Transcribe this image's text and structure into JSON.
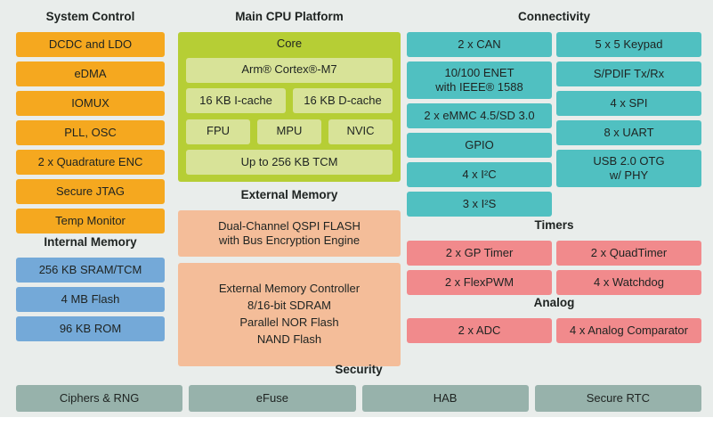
{
  "system_control": {
    "title": "System Control",
    "items": [
      "DCDC and LDO",
      "eDMA",
      "IOMUX",
      "PLL, OSC",
      "2 x Quadrature ENC",
      "Secure JTAG",
      "Temp Monitor"
    ]
  },
  "internal_memory": {
    "title": "Internal Memory",
    "items": [
      "256 KB SRAM/TCM",
      "4 MB Flash",
      "96 KB ROM"
    ]
  },
  "main_cpu": {
    "title": "Main CPU Platform",
    "core_label": "Core",
    "cpu": "Arm® Cortex®-M7",
    "icache": "16 KB I-cache",
    "dcache": "16 KB D-cache",
    "fpu": "FPU",
    "mpu": "MPU",
    "nvic": "NVIC",
    "tcm": "Up to 256 KB TCM"
  },
  "external_memory": {
    "title": "External Memory",
    "qspi_flash": "Dual-Channel QSPI FLASH\nwith Bus Encryption Engine",
    "memory_controller": "External Memory Controller\n8/16-bit SDRAM\nParallel NOR Flash\nNAND Flash"
  },
  "connectivity": {
    "title": "Connectivity",
    "left_items": [
      "2 x CAN",
      "10/100 ENET\nwith IEEE® 1588",
      "2 x eMMC 4.5/SD 3.0",
      "GPIO",
      "4 x I²C",
      "3 x I²S"
    ],
    "right_items": [
      "5 x 5 Keypad",
      "S/PDIF Tx/Rx",
      "4 x SPI",
      "8 x UART",
      "USB 2.0 OTG\nw/ PHY"
    ]
  },
  "timers": {
    "title": "Timers",
    "items": [
      "2 x GP Timer",
      "2 x QuadTimer",
      "2 x FlexPWM",
      "4 x Watchdog"
    ]
  },
  "analog": {
    "title": "Analog",
    "items": [
      "2 x ADC",
      "4 x Analog Comparator"
    ]
  },
  "security": {
    "title": "Security",
    "items": [
      "Ciphers & RNG",
      "eFuse",
      "HAB",
      "Secure RTC"
    ]
  },
  "colors": {
    "background": "#e9edeb",
    "system_control": "#f5a81f",
    "internal_memory": "#74a9d8",
    "core_outer": "#b6ce35",
    "core_inner": "#d8e398",
    "external_memory": "#f4bd99",
    "connectivity": "#50c0c1",
    "timers_analog": "#f18a8c",
    "security": "#97b2ab",
    "text": "#1e2321"
  }
}
